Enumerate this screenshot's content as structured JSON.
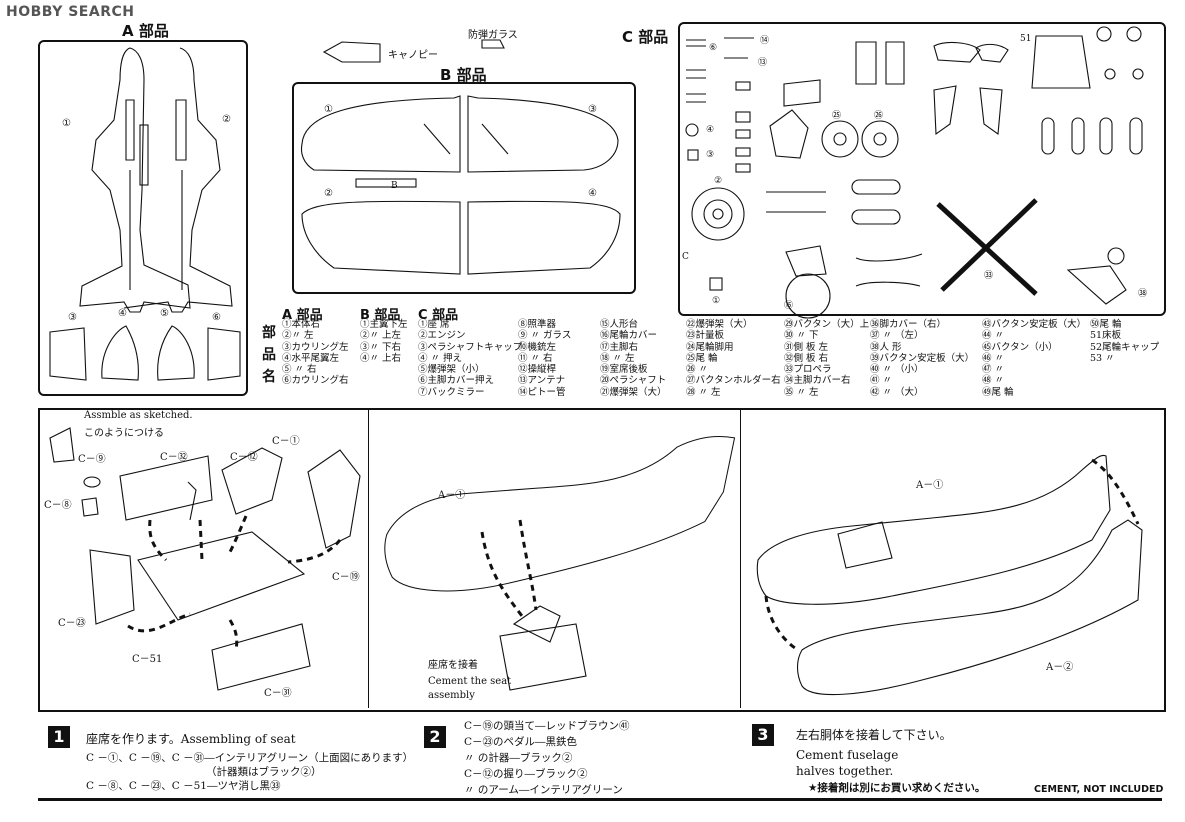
{
  "watermark": "HOBBY SEARCH",
  "sprues": {
    "a_label": "A 部品",
    "b_label": "B 部品",
    "c_label": "C 部品",
    "canopy_label": "キャノピー",
    "glass_label": "防弾ガラス",
    "sprue_b_marker": "B",
    "sprue_c_marker": "C"
  },
  "parts_table": {
    "side_label": [
      "部",
      "品",
      "名"
    ],
    "headers": [
      "A 部品",
      "B 部品",
      "C 部品"
    ],
    "col_a": [
      "①本体右",
      "②〃 左",
      "③カウリング左",
      "④水平尾翼左",
      "⑤ 〃 右",
      "⑥カウリング右"
    ],
    "col_b": [
      "①主翼下左",
      "②〃 上左",
      "③〃 下右",
      "④〃 上右"
    ],
    "col_c1": [
      "①座 席",
      "②エンジン",
      "③ペラシャフトキャップ",
      "④ 〃 押え",
      "⑤爆弾架（小）",
      "⑥主脚カバー押え",
      "⑦バックミラー"
    ],
    "col_c2": [
      "⑧照準器",
      "⑨ 〃 ガラス",
      "⑩機銃左",
      "⑪ 〃 右",
      "⑫操縦桿",
      "⑬アンテナ",
      "⑭ピトー管"
    ],
    "col_c3": [
      "⑮人形台",
      "⑯尾輪カバー",
      "⑰主脚右",
      "⑱ 〃 左",
      "⑲室席後板",
      "⑳ペラシャフト",
      "㉑爆弾架（大）"
    ],
    "col_c4": [
      "㉒爆弾架（大）",
      "㉓計量板",
      "㉔尾輪脚用",
      "㉕尾 輪",
      "㉖ 〃",
      "㉗バクタンホルダー右",
      "㉘ 〃 左"
    ],
    "col_c5": [
      "㉙バクタン（大）上",
      "㉚ 〃 下",
      "㉛側 板 左",
      "㉜側 板 右",
      "㉝プロペラ",
      "㉞主脚カバー右",
      "㉟ 〃 左"
    ],
    "col_c6": [
      "㊱脚カバー（右）",
      "㊲ 〃 （左）",
      "㊳人 形",
      "㊴バクタン安定板（大）",
      "㊵ 〃 （小）",
      "㊶ 〃",
      "㊷ 〃 （大）"
    ],
    "col_c7": [
      "㊸バクタン安定板（大）",
      "㊹ 〃",
      "㊺バクタン（小）",
      "㊻ 〃",
      "㊼ 〃",
      "㊽ 〃",
      "㊾尾 輪"
    ],
    "col_c8": [
      "㊿尾 輪",
      "51床板",
      "52尾輪キャップ",
      "53 〃",
      "",
      "",
      ""
    ]
  },
  "assembly": {
    "note_en": "Assmble as sketched.",
    "note_jp": "このようにつける",
    "panel1_labels": [
      "C－⑨",
      "C－⑧",
      "C－㉜",
      "C－⑫",
      "C－①",
      "C－⑲",
      "C－㉓",
      "C－51",
      "C－㉛"
    ],
    "panel2_labels": [
      "A－①",
      "座席を接着",
      "Cement the seat",
      "assembly"
    ],
    "panel3_labels": [
      "A－①",
      "A－②"
    ]
  },
  "steps": [
    {
      "number": "1",
      "title": "座席を作ります。Assembling of seat",
      "lines": [
        "C －①、C －⑲、C －㉛―インテリアグリーン（上面図にあります）",
        "（計器類はブラック②）",
        "C －⑧、C －㉓、C －51―ツヤ消し黒㉝"
      ]
    },
    {
      "number": "2",
      "title": "",
      "lines": [
        "C－⑲の頭当て―レッドブラウン㊶",
        "C－㉓のペダル―黒鉄色",
        "〃 の計器―ブラック②",
        "C－⑫の握り―ブラック②",
        "〃 のアーム―インテリアグリーン"
      ]
    },
    {
      "number": "3",
      "title": "左右胴体を接着して下さい。",
      "lines": [
        "Cement fuselage",
        "halves together."
      ]
    }
  ],
  "footer": {
    "note_jp": "★接着剤は別にお買い求めください。",
    "note_en": "CEMENT, NOT INCLUDED"
  }
}
